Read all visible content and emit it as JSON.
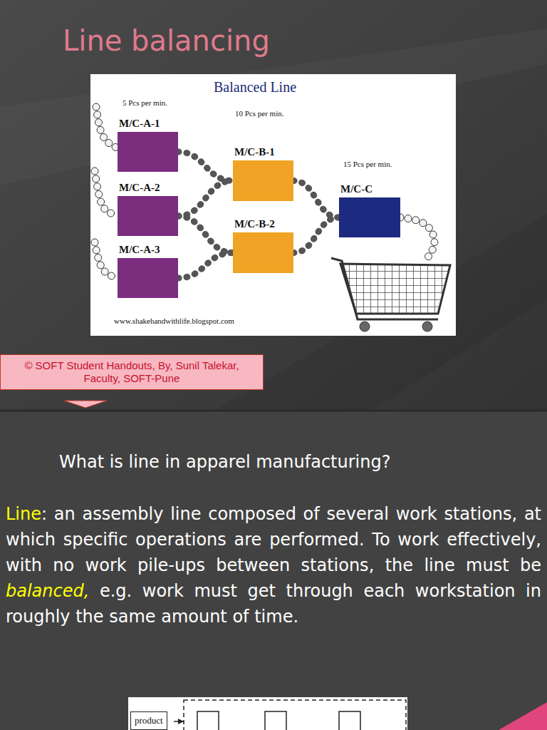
{
  "diagram": {
    "title": "Line balancing",
    "nodes": [
      {
        "text": [
          "M/C-A-1"
        ]
      },
      {
        "text": [
          "M/C-A-2"
        ]
      },
      {
        "text": [
          "M/C-A-3"
        ]
      },
      {
        "text": [
          "M/C-B-1"
        ]
      },
      {
        "text": [
          "M/C-B-2"
        ]
      },
      {
        "text": [
          "M/C-C"
        ]
      },
      {
        "text": [
          "© SOFT Student Handouts, By, Sunil Talekar, Faculty, SOFT-Pune"
        ]
      },
      {
        "text": [
          "product"
        ]
      }
    ],
    "edges": [
      {
        "from": 0,
        "to": 3,
        "arrow": "none"
      },
      {
        "from": 1,
        "to": 3,
        "arrow": "none"
      },
      {
        "from": 1,
        "to": 4,
        "arrow": "none"
      },
      {
        "from": 2,
        "to": 4,
        "arrow": "none"
      },
      {
        "from": 3,
        "to": 5,
        "arrow": "none"
      },
      {
        "from": 4,
        "to": 5,
        "arrow": "none"
      }
    ],
    "labels": [
      "Balanced Line",
      "5 Pcs per min.",
      "10 Pcs per min.",
      "15 Pcs per min.",
      "www.shakehandwithlife.blogspot.com",
      "What is line in apparel manufacturing?",
      "Line",
      ": an assembly line composed of several work stations, at which specific operations are performed. To work effectively, with no work pile-ups between stations, the line must be",
      "balanced,",
      "e.g. work must get through each workstation in roughly the same amount of time."
    ]
  }
}
